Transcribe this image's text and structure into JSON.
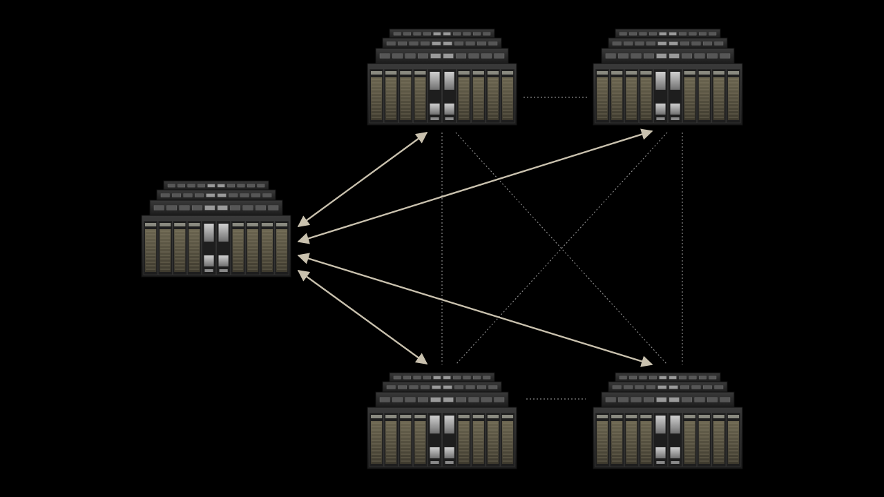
{
  "colors": {
    "background": "#000000",
    "arrow": "#c9c1ae",
    "dotted_link": "#8a8a8a",
    "rack_body": "#2a2a2a",
    "rack_face": "#5a5546",
    "rack_accent": "#b8b8b8"
  },
  "nodes": [
    {
      "id": "source",
      "icon": "server-cluster-icon"
    },
    {
      "id": "top-left",
      "icon": "server-cluster-icon"
    },
    {
      "id": "top-right",
      "icon": "server-cluster-icon"
    },
    {
      "id": "bottom-left",
      "icon": "server-cluster-icon"
    },
    {
      "id": "bottom-right",
      "icon": "server-cluster-icon"
    }
  ],
  "arrows": [
    {
      "from": "source",
      "to": "top-left",
      "style": "solid",
      "bidirectional": true
    },
    {
      "from": "source",
      "to": "top-right",
      "style": "solid",
      "bidirectional": true
    },
    {
      "from": "source",
      "to": "bottom-right",
      "style": "solid",
      "bidirectional": true
    },
    {
      "from": "source",
      "to": "bottom-left",
      "style": "solid",
      "bidirectional": true
    }
  ],
  "links": [
    {
      "from": "top-left",
      "to": "top-right",
      "style": "dotted"
    },
    {
      "from": "bottom-left",
      "to": "bottom-right",
      "style": "dotted"
    },
    {
      "from": "top-left",
      "to": "bottom-left",
      "style": "dotted"
    },
    {
      "from": "top-right",
      "to": "bottom-right",
      "style": "dotted"
    },
    {
      "from": "top-left",
      "to": "bottom-right",
      "style": "dotted"
    },
    {
      "from": "top-right",
      "to": "bottom-left",
      "style": "dotted"
    }
  ]
}
